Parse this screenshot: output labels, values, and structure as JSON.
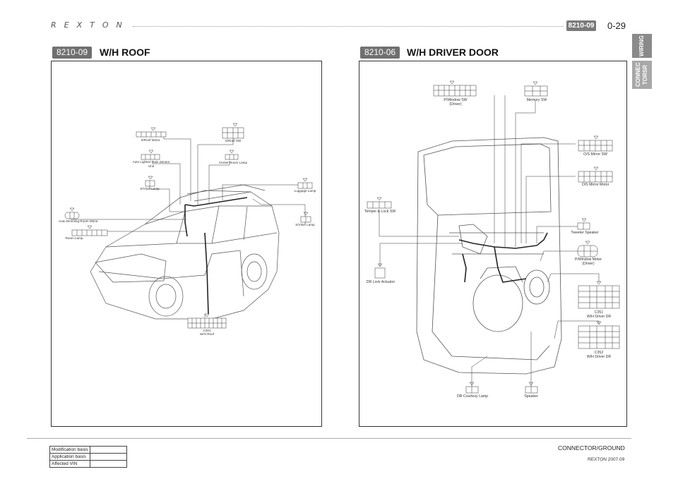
{
  "header": {
    "logo_text": "REXTON",
    "page_code": "8210-09",
    "page_number": "0-29",
    "tabs": [
      "WIRING",
      "CONNEC TORSR"
    ]
  },
  "left": {
    "code": "8210-09",
    "title": "W/H ROOF",
    "labels": {
      "sroof_motor": "S/Roof Motor",
      "sroof_sw": "S/Roof SW",
      "auto_light": "Auto Lighter/ Rain Sensor Unit",
      "center_room": "Center Room Lamp",
      "svisor_l": "S/Visor Lamp",
      "luggage": "Luggage Lamp",
      "svisor_r": "S/Visor Lamp",
      "mirror": "Auto Dimming Room Mirror",
      "room_lamp": "Room Lamp",
      "c201": "C201",
      "c201_sub": "W/H Roof"
    }
  },
  "right": {
    "code": "8210-06",
    "title": "W/H DRIVER DOOR",
    "labels": {
      "pwindow_sw": "P/Window SW",
      "pwindow_sw_sub": "(Driver)",
      "memory_sw": "Memory SW",
      "os_mirror_sw": "O/S Mirror SW",
      "os_mirror_motor": "O/S Mirror Motor",
      "tamper": "Temper & Lock SW",
      "tweeter": "Tweeter Speaker",
      "pwindow_motor": "P/Window Motor",
      "pwindow_motor_sub": "(Driver)",
      "dr_lock": "DR Lock Actuator",
      "c351": "C351",
      "c351_sub": "W/H Driver DR",
      "c352": "C352",
      "c352_sub": "W/H Driver DR",
      "courtesy": "DR Courtesy Lamp",
      "speaker": "Speaker"
    }
  },
  "footer": {
    "rows": [
      "Modification basis",
      "Application basis",
      "Affected VIN"
    ],
    "title": "CONNECTOR/GROUND",
    "subtitle": "REXTON 2007.09"
  }
}
